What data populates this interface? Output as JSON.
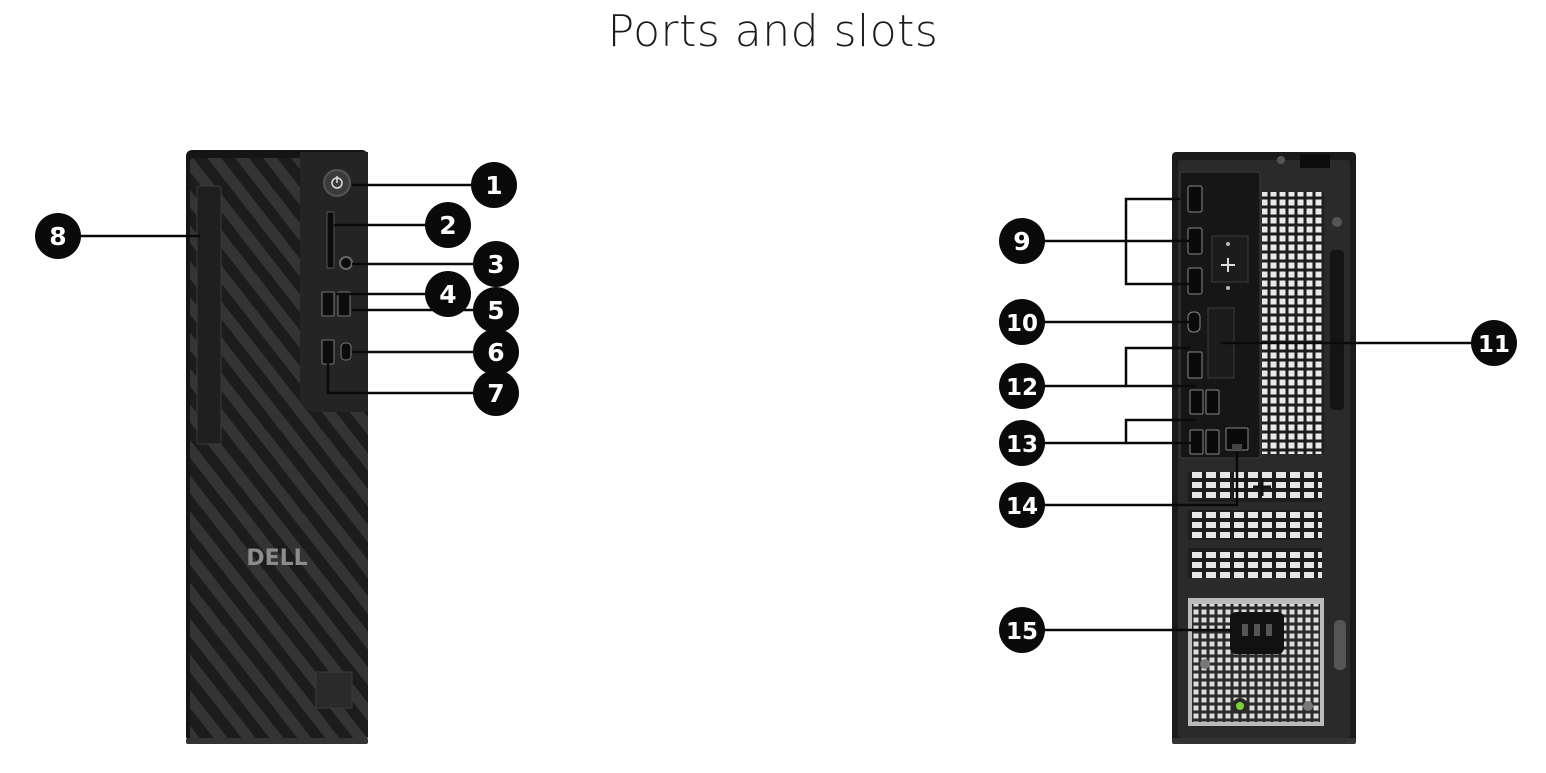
{
  "title": "Ports and slots",
  "front_logo": "DELL",
  "colors": {
    "callout": "#0a0a0a",
    "chassis": "#1a1a1a",
    "panel": "#222222",
    "grille": "#2e2e2e",
    "leader": "#0a0a0a",
    "power_led": "#7ccf3a"
  },
  "callouts": {
    "c1": "1",
    "c2": "2",
    "c3": "3",
    "c4": "4",
    "c5": "5",
    "c6": "6",
    "c7": "7",
    "c8": "8",
    "c9": "9",
    "c10": "10",
    "c11": "11",
    "c12": "12",
    "c13": "13",
    "c14": "14",
    "c15": "15"
  }
}
